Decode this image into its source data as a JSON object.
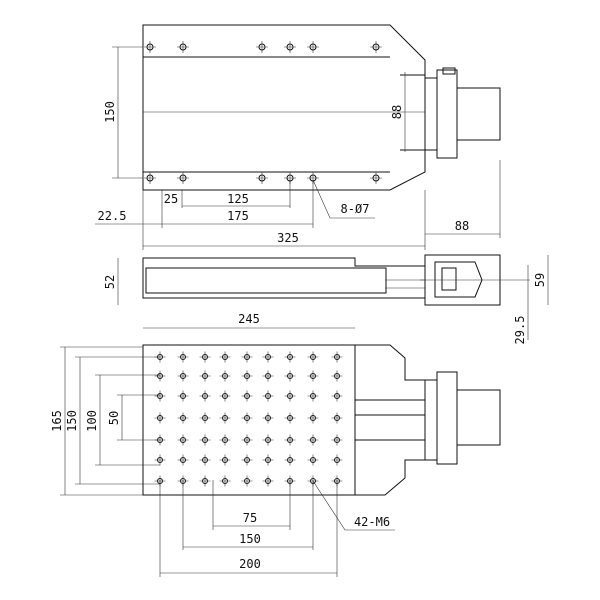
{
  "top_view": {
    "dim_150": "150",
    "dim_88_v": "88",
    "dim_25": "25",
    "dim_125": "125",
    "dim_175": "175",
    "dim_22_5": "22.5",
    "dim_325": "325",
    "dim_88_h": "88",
    "callout": "8-Ø7"
  },
  "side_view": {
    "dim_52": "52",
    "dim_59": "59",
    "dim_29_5": "29.5"
  },
  "bottom_view": {
    "dim_245": "245",
    "dim_165": "165",
    "dim_150_v": "150",
    "dim_100": "100",
    "dim_50": "50",
    "dim_75": "75",
    "dim_150_h": "150",
    "dim_200": "200",
    "callout": "42-M6"
  }
}
